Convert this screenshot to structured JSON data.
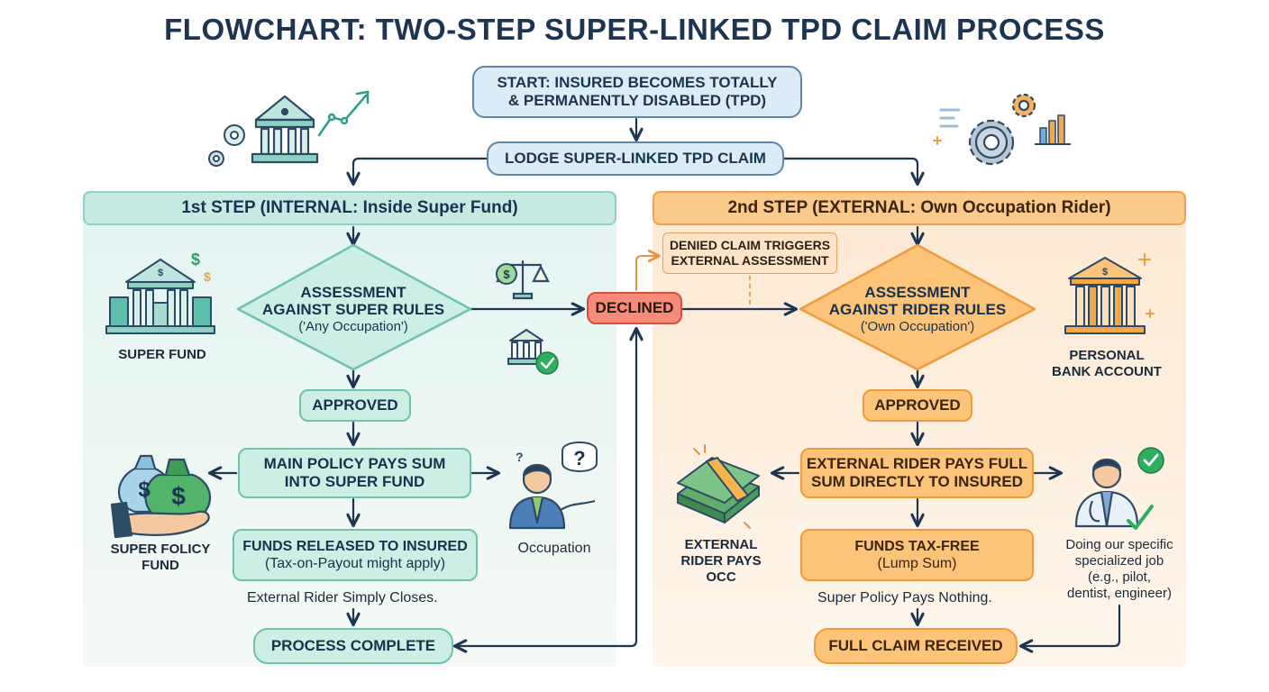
{
  "title": "FLOWCHART: TWO-STEP SUPER-LINKED TPD CLAIM PROCESS",
  "start": {
    "line1": "START: INSURED BECOMES TOTALLY",
    "line2": "& PERMANENTLY DISABLED (TPD)"
  },
  "lodge": "LODGE SUPER-LINKED TPD CLAIM",
  "step1": {
    "header": "1st STEP (INTERNAL: Inside Super Fund)",
    "assessment": {
      "line1": "ASSESSMENT",
      "line2": "AGAINST SUPER RULES",
      "line3": "('Any Occupation')"
    },
    "approved": "APPROVED",
    "pays": {
      "line1": "MAIN POLICY PAYS SUM",
      "line2": "INTO SUPER FUND"
    },
    "funds": {
      "line1": "FUNDS RELEASED TO INSURED",
      "line2": "(Tax-on-Payout might apply)"
    },
    "note": "External Rider Simply Closes.",
    "complete": "PROCESS COMPLETE",
    "super_fund_label": "SUPER FUND",
    "super_policy_label": {
      "line1": "SUPER FOLICY",
      "line2": "FUND"
    },
    "occupation_label": "Occupation"
  },
  "declined": "DECLINED",
  "denied": {
    "line1": "DENIED CLAIM TRIGGERS",
    "line2": "EXTERNAL ASSESSMENT"
  },
  "step2": {
    "header": "2nd STEP (EXTERNAL: Own Occupation Rider)",
    "assessment": {
      "line1": "ASSESSMENT",
      "line2": "AGAINST RIDER RULES",
      "line3": "('Own Occupation')"
    },
    "approved": "APPROVED",
    "pays": {
      "line1": "EXTERNAL RIDER PAYS FULL",
      "line2": "SUM DIRECTLY TO INSURED"
    },
    "funds": {
      "line1": "FUNDS TAX-FREE",
      "line2": "(Lump Sum)"
    },
    "note": "Super Policy Pays Nothing.",
    "complete": "FULL CLAIM RECEIVED",
    "bank_label": {
      "line1": "PERSONAL",
      "line2": "BANK ACCOUNT"
    },
    "rider_label": {
      "line1": "EXTERNAL",
      "line2": "RIDER PAYS",
      "line3": "OCC"
    },
    "job_label": {
      "line1": "Doing our specific",
      "line2": "specialized job",
      "line3": "(e.g., pilot,",
      "line4": "dentist, engineer)"
    }
  },
  "colors": {
    "teal_fill": "#cdeee4",
    "teal_border": "#6fc2ad",
    "orange_fill": "#fcc479",
    "orange_border": "#ef9a3d",
    "declined": "#f58b78",
    "navy": "#1e3552"
  },
  "icons": [
    "bank-icon",
    "growth-chart-icon",
    "gear-icon",
    "bar-chart-icon",
    "dollar-icon",
    "scales-icon",
    "checkmark-icon",
    "money-bag-icon",
    "hand-icon",
    "person-icon",
    "question-icon",
    "cash-stack-icon",
    "doctor-icon"
  ]
}
